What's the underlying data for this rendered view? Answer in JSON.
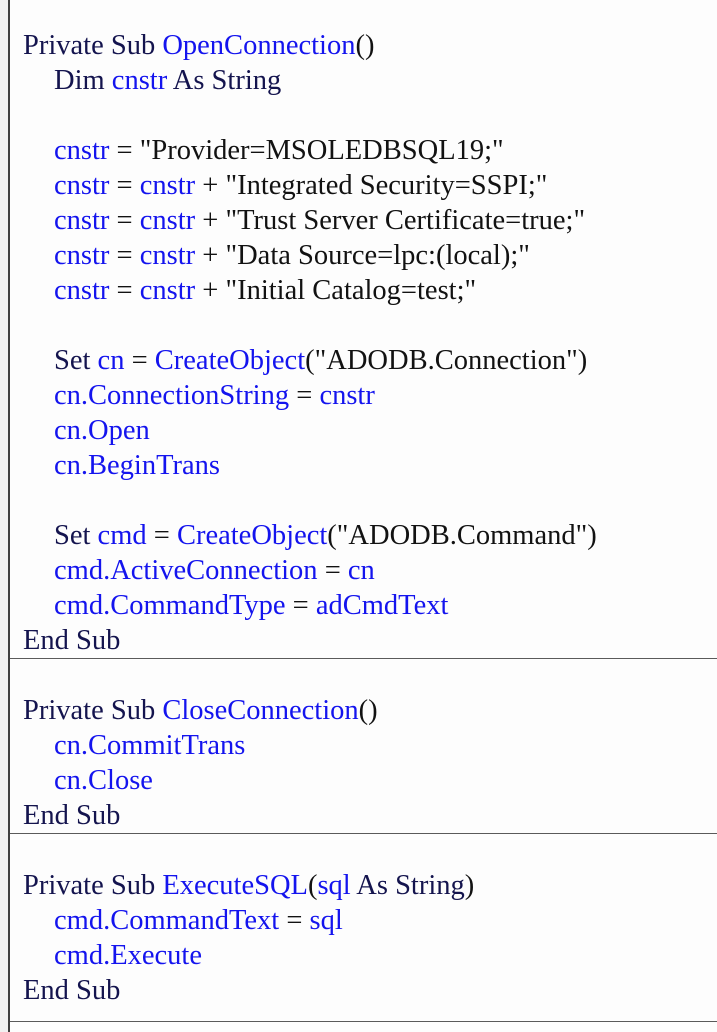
{
  "page": {
    "background": "#fdfdfd",
    "margin_background": "#f1f1f1",
    "border_color": "#3f3f3f",
    "divider_color": "#5a5a5a"
  },
  "colors": {
    "keyword": "#14144e",
    "plain": "#121212",
    "identifier": "#1414ee"
  },
  "code": {
    "language": "vba",
    "sections": [
      {
        "name": "OpenConnection",
        "lines": [
          {
            "indent": 0,
            "tokens": [
              [
                "kw",
                "Private Sub "
              ],
              [
                "id",
                "OpenConnection"
              ],
              [
                "pl",
                "()"
              ]
            ]
          },
          {
            "indent": 1,
            "tokens": [
              [
                "kw",
                "Dim "
              ],
              [
                "id",
                "cnstr"
              ],
              [
                "kw",
                " As String"
              ]
            ]
          },
          {
            "indent": 0,
            "tokens": []
          },
          {
            "indent": 1,
            "tokens": [
              [
                "id",
                "cnstr"
              ],
              [
                "pl",
                " = \"Provider=MSOLEDBSQL19;\""
              ]
            ]
          },
          {
            "indent": 1,
            "tokens": [
              [
                "id",
                "cnstr"
              ],
              [
                "pl",
                " = "
              ],
              [
                "id",
                "cnstr"
              ],
              [
                "pl",
                " + \"Integrated Security=SSPI;\""
              ]
            ]
          },
          {
            "indent": 1,
            "tokens": [
              [
                "id",
                "cnstr"
              ],
              [
                "pl",
                " = "
              ],
              [
                "id",
                "cnstr"
              ],
              [
                "pl",
                " + \"Trust Server Certificate=true;\""
              ]
            ]
          },
          {
            "indent": 1,
            "tokens": [
              [
                "id",
                "cnstr"
              ],
              [
                "pl",
                " = "
              ],
              [
                "id",
                "cnstr"
              ],
              [
                "pl",
                " + \"Data Source=lpc:(local);\""
              ]
            ]
          },
          {
            "indent": 1,
            "tokens": [
              [
                "id",
                "cnstr"
              ],
              [
                "pl",
                " = "
              ],
              [
                "id",
                "cnstr"
              ],
              [
                "pl",
                " + \"Initial Catalog=test;\""
              ]
            ]
          },
          {
            "indent": 0,
            "tokens": []
          },
          {
            "indent": 1,
            "tokens": [
              [
                "kw",
                "Set "
              ],
              [
                "id",
                "cn"
              ],
              [
                "pl",
                " = "
              ],
              [
                "id",
                "CreateObject"
              ],
              [
                "pl",
                "(\"ADODB.Connection\")"
              ]
            ]
          },
          {
            "indent": 1,
            "tokens": [
              [
                "id",
                "cn.ConnectionString"
              ],
              [
                "pl",
                " = "
              ],
              [
                "id",
                "cnstr"
              ]
            ]
          },
          {
            "indent": 1,
            "tokens": [
              [
                "id",
                "cn.Open"
              ]
            ]
          },
          {
            "indent": 1,
            "tokens": [
              [
                "id",
                "cn.BeginTrans"
              ]
            ]
          },
          {
            "indent": 0,
            "tokens": []
          },
          {
            "indent": 1,
            "tokens": [
              [
                "kw",
                "Set "
              ],
              [
                "id",
                "cmd"
              ],
              [
                "pl",
                " = "
              ],
              [
                "id",
                "CreateObject"
              ],
              [
                "pl",
                "(\"ADODB.Command\")"
              ]
            ]
          },
          {
            "indent": 1,
            "tokens": [
              [
                "id",
                "cmd.ActiveConnection"
              ],
              [
                "pl",
                " = "
              ],
              [
                "id",
                "cn"
              ]
            ]
          },
          {
            "indent": 1,
            "tokens": [
              [
                "id",
                "cmd.CommandType"
              ],
              [
                "pl",
                " = "
              ],
              [
                "id",
                "adCmdText"
              ]
            ]
          },
          {
            "indent": 0,
            "tokens": [
              [
                "kw",
                "End Sub"
              ]
            ]
          }
        ]
      },
      {
        "name": "CloseConnection",
        "lines": [
          {
            "indent": 0,
            "tokens": [
              [
                "kw",
                "Private Sub "
              ],
              [
                "id",
                "CloseConnection"
              ],
              [
                "pl",
                "()"
              ]
            ]
          },
          {
            "indent": 1,
            "tokens": [
              [
                "id",
                "cn.CommitTrans"
              ]
            ]
          },
          {
            "indent": 1,
            "tokens": [
              [
                "id",
                "cn.Close"
              ]
            ]
          },
          {
            "indent": 0,
            "tokens": [
              [
                "kw",
                "End Sub"
              ]
            ]
          }
        ]
      },
      {
        "name": "ExecuteSQL",
        "lines": [
          {
            "indent": 0,
            "tokens": [
              [
                "kw",
                "Private Sub "
              ],
              [
                "id",
                "ExecuteSQL"
              ],
              [
                "pl",
                "("
              ],
              [
                "id",
                "sql"
              ],
              [
                "kw",
                " As String"
              ],
              [
                "pl",
                ")"
              ]
            ]
          },
          {
            "indent": 1,
            "tokens": [
              [
                "id",
                "cmd.CommandText"
              ],
              [
                "pl",
                " = "
              ],
              [
                "id",
                "sql"
              ]
            ]
          },
          {
            "indent": 1,
            "tokens": [
              [
                "id",
                "cmd.Execute"
              ]
            ]
          },
          {
            "indent": 0,
            "tokens": [
              [
                "kw",
                "End Sub"
              ]
            ]
          }
        ]
      }
    ]
  }
}
